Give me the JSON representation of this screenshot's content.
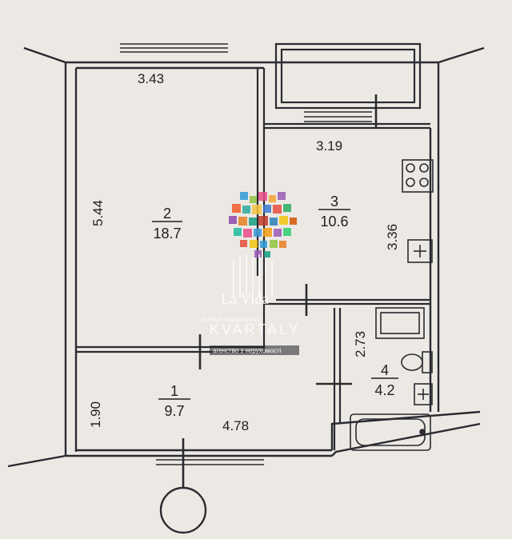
{
  "dimensions": {
    "room2_width": "3.43",
    "room2_height": "5.44",
    "room3_width": "3.19",
    "room3_height": "3.36",
    "room4_height": "2.73",
    "room1_height": "1.90",
    "room1_width": "4.78"
  },
  "rooms": [
    {
      "number": "2",
      "area": "18.7"
    },
    {
      "number": "3",
      "area": "10.6"
    },
    {
      "number": "4",
      "area": "4.2"
    },
    {
      "number": "1",
      "area": "9.7"
    }
  ],
  "watermark": {
    "brand": "La Vida",
    "brand_sub": "агенція нерухомості",
    "name": "KVARTALY",
    "tagline": "агенство з нерухомості"
  },
  "colors": {
    "background": "#ece9e4",
    "wall": "#2a2a30",
    "wall_fill": "#f4f2ee",
    "ink": "#1e1e22"
  }
}
